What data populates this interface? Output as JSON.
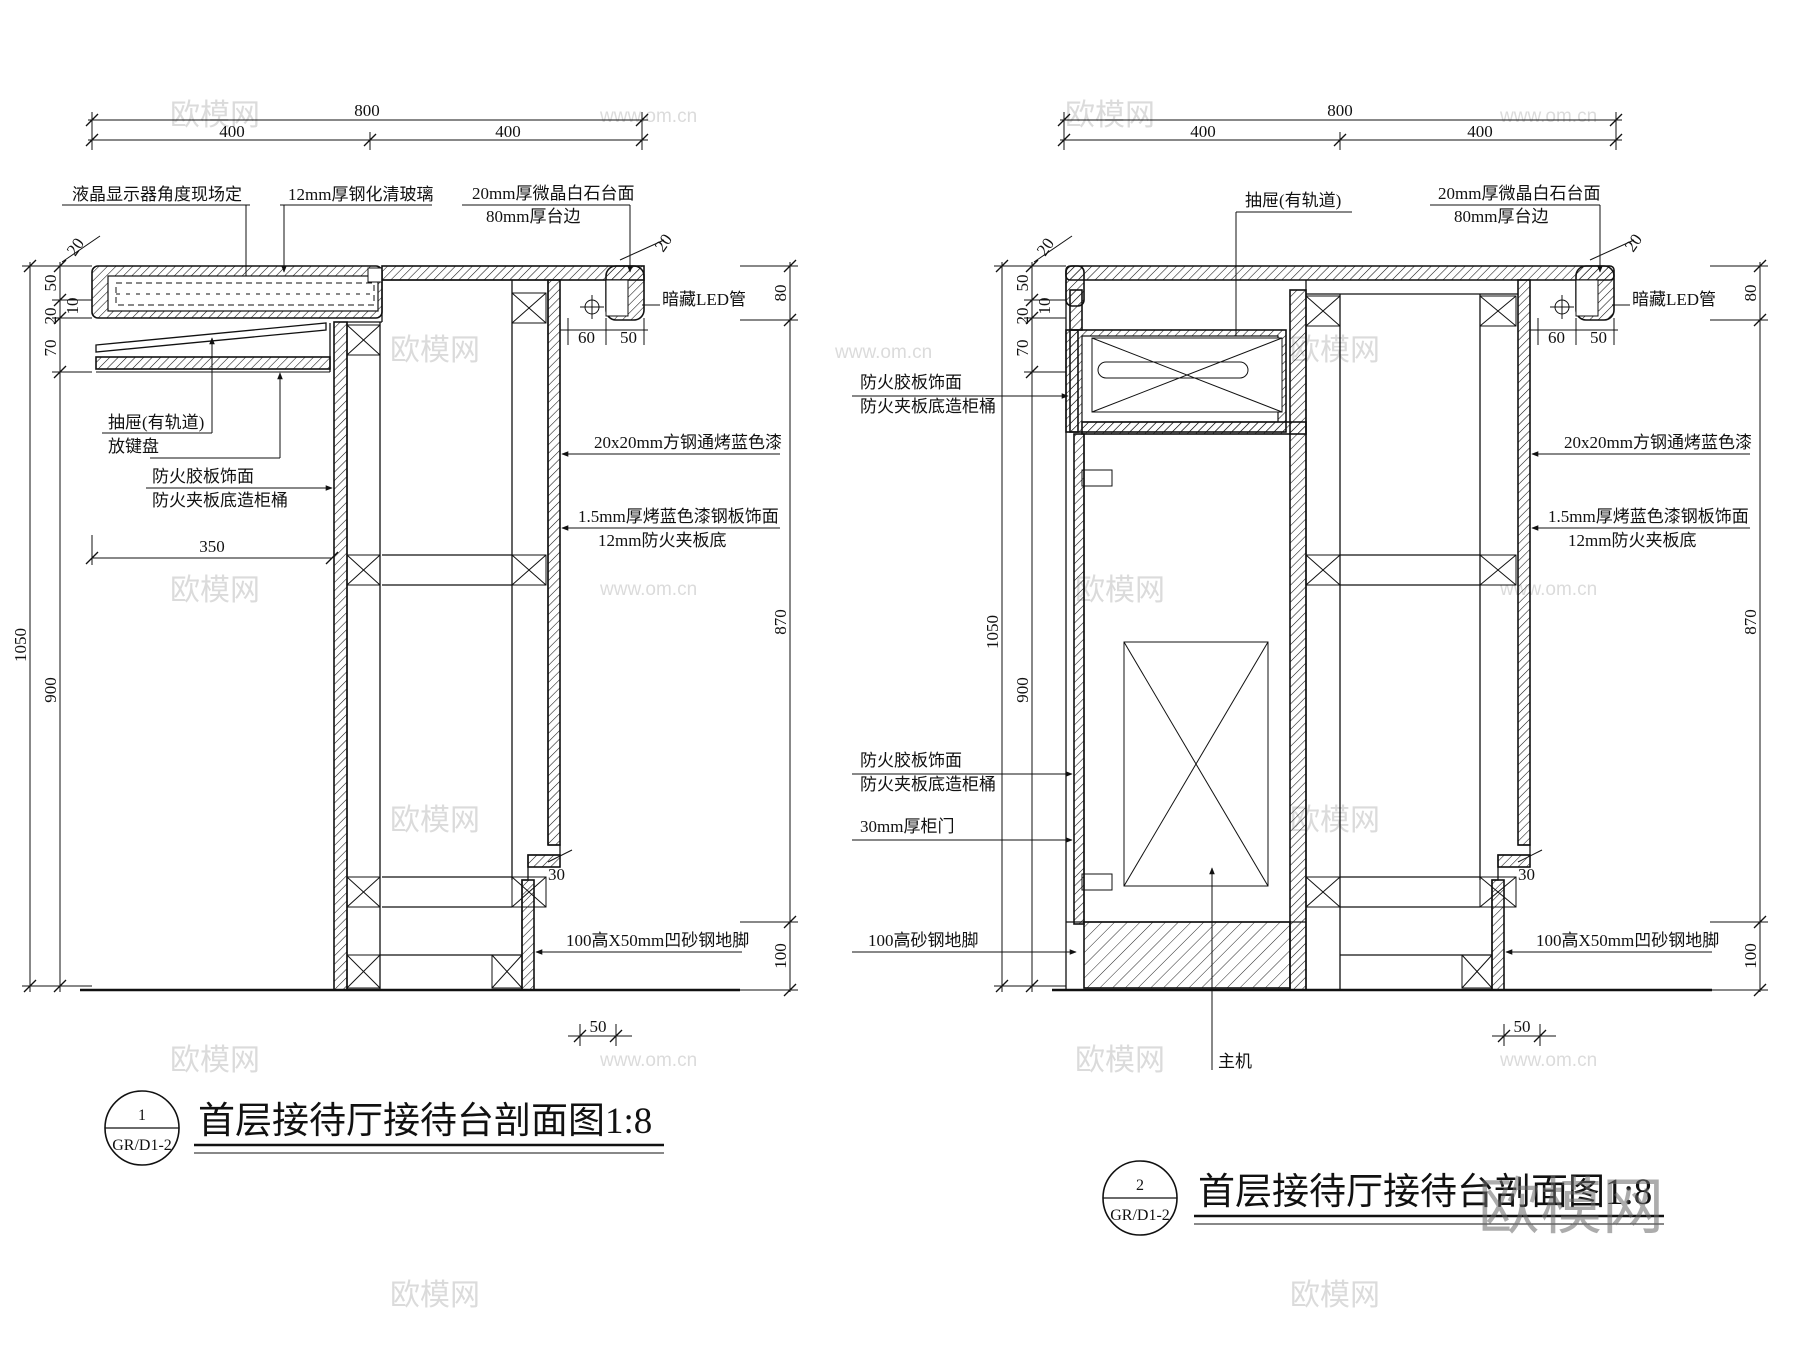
{
  "dims": {
    "overall": "800",
    "half": "400",
    "d20": "20",
    "d50": "50",
    "d10": "10",
    "d70": "70",
    "d80": "80",
    "d60": "60",
    "d30": "30",
    "d350": "350",
    "d1050": "1050",
    "d900": "900",
    "d870": "870",
    "d100": "100"
  },
  "notes": {
    "lcd_screen": "液晶显示器角度现场定",
    "glass": "12mm厚钢化清玻璃",
    "stone_top_1": "20mm厚微晶白石台面",
    "stone_top_2": "80mm厚台边",
    "led": "暗藏LED管",
    "drawer_track": "抽屉(有轨道)",
    "keyboard_tray": "放键盘",
    "fire_laminate": "防火胶板饰面",
    "fire_plywood": "防火夹板底造柜桶",
    "steel_tube": "20x20mm方钢通烤蓝色漆",
    "steel_plate_1": "1.5mm厚烤蓝色漆钢板饰面",
    "steel_plate_2": "12mm防火夹板底",
    "base_groove": "100高X50mm凹砂钢地脚",
    "door": "30mm厚柜门",
    "base_sand": "100高砂钢地脚",
    "host": "主机"
  },
  "titles": {
    "section1": "首层接待厅接待台剖面图1:8",
    "section2": "首层接待厅接待台剖面图1:8",
    "bubble1_no": "1",
    "bubble2_no": "2",
    "bubble_ref": "GR/D1-2"
  },
  "watermark": {
    "brand": "欧模网",
    "url": "www.om.cn"
  }
}
